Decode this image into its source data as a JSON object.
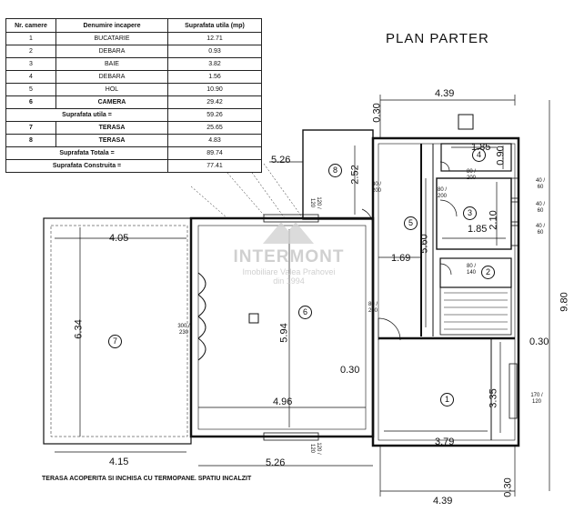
{
  "title": "PLAN PARTER",
  "table": {
    "headers": [
      "Nr. camere",
      "Denumire incapere",
      "Suprafata utila (mp)"
    ],
    "rows": [
      {
        "nr": "1",
        "name": "BUCATARIE",
        "area": "12.71"
      },
      {
        "nr": "2",
        "name": "DEBARA",
        "area": "0.93"
      },
      {
        "nr": "3",
        "name": "BAIE",
        "area": "3.82"
      },
      {
        "nr": "4",
        "name": "DEBARA",
        "area": "1.56"
      },
      {
        "nr": "5",
        "name": "HOL",
        "area": "10.90"
      },
      {
        "nr": "6",
        "name": "CAMERA",
        "area": "29.42"
      }
    ],
    "subtotal_label": "Suprafata utila =",
    "subtotal_value": "59.26",
    "terrace_rows": [
      {
        "nr": "7",
        "name": "TERASA",
        "area": "25.65"
      },
      {
        "nr": "8",
        "name": "TERASA",
        "area": "4.83"
      }
    ],
    "total_label": "Suprafata Totala =",
    "total_value": "89.74",
    "built_label": "Suprafata Construita =",
    "built_value": "77.41"
  },
  "dimensions": {
    "top_width": "4.39",
    "bottom_width": "4.39",
    "left_offset": "5.26",
    "bottom_offset": "5.26",
    "terrace_width": "4.05",
    "terrace_bottom": "4.15",
    "terrace_height": "6.34",
    "room6_height": "5.94",
    "room6_width": "4.96",
    "hall_height": "5.60",
    "hall_width": "1.69",
    "kitchen_height": "3.35",
    "kitchen_width": "3.79",
    "total_height": "9.80",
    "wall_top": "0.30",
    "wall_mid_right": "0.30",
    "wall_mid_left": "0.30",
    "wall_bottom": "0.30",
    "terrace8_height": "2.52",
    "bath_height": "2.10",
    "bath_width": "1.85",
    "pantry4_width": "1.85",
    "pantry4_height": "0.90"
  },
  "openings": {
    "door_t8": "80 / 200",
    "door_hall": "80 / 200",
    "door_bath": "80 / 200",
    "door_pantry2": "80 / 140",
    "door_room6": "80 / 200",
    "window_top": "120 / 120",
    "window_bottom": "120 / 120",
    "window_room6_left": "300 / 230",
    "window_kitchen": "170 / 120",
    "window_r1": "40 / 60",
    "window_r2": "40 / 60",
    "window_r3": "40 / 60"
  },
  "room_numbers": [
    "1",
    "2",
    "3",
    "4",
    "5",
    "6",
    "7",
    "8"
  ],
  "watermark": {
    "brand": "INTERMONT",
    "line1": "Imobiliare Valea Prahovei",
    "line2": "din 1994"
  },
  "footnote": "TERASA ACOPERITA SI INCHISA CU TERMOPANE. SPATIU INCALZIT"
}
